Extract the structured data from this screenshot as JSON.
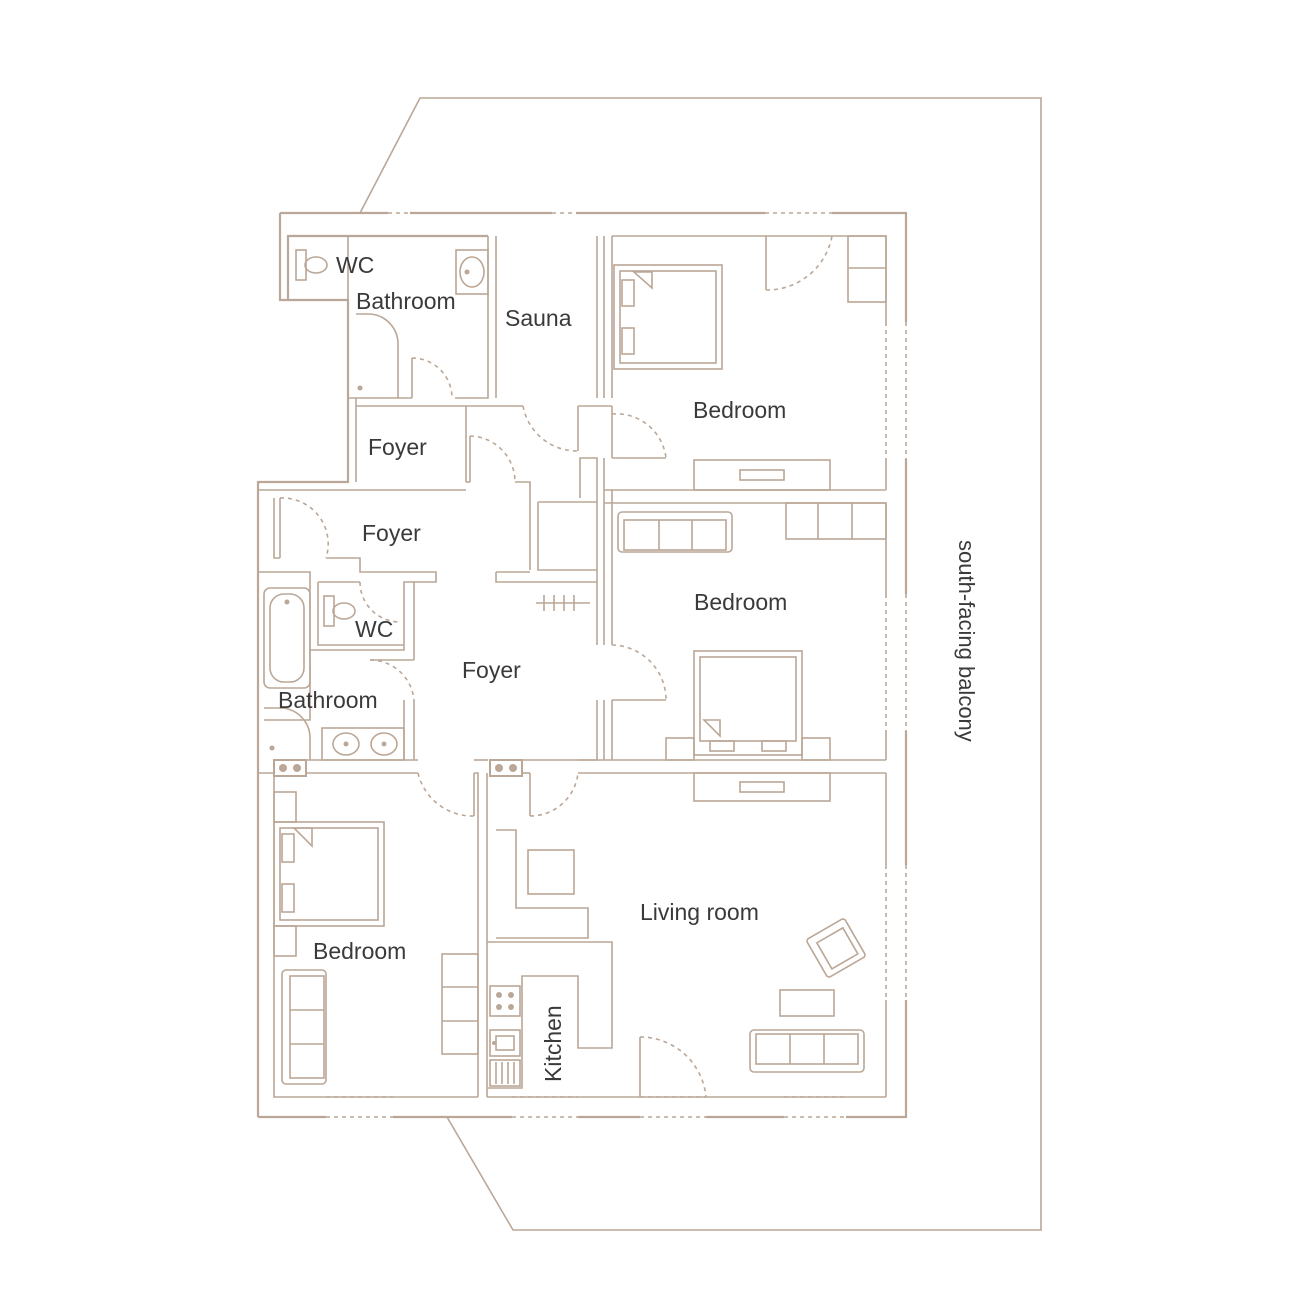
{
  "colors": {
    "line": "#bba797",
    "text": "#3a3a3a",
    "background": "#ffffff"
  },
  "rooms": {
    "wc_top": "WC",
    "bathroom_top": "Bathroom",
    "sauna": "Sauna",
    "bedroom_ne": "Bedroom",
    "foyer_upper": "Foyer",
    "foyer_middle": "Foyer",
    "foyer_lower": "Foyer",
    "wc_lower": "WC",
    "bathroom_lower": "Bathroom",
    "bedroom_e": "Bedroom",
    "bedroom_sw": "Bedroom",
    "living_room": "Living room",
    "kitchen": "Kitchen"
  },
  "balcony_label": "south-facing balcony"
}
